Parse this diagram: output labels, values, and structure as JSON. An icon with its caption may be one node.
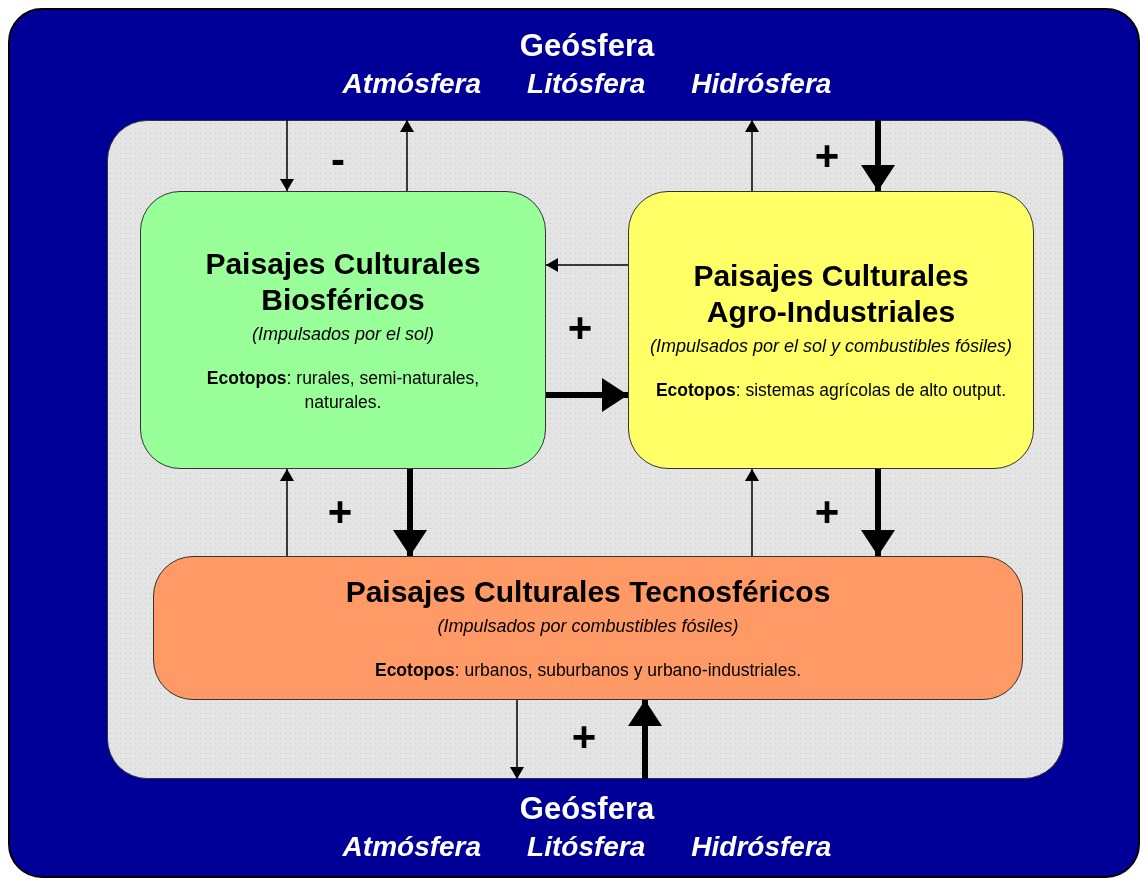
{
  "diagram": {
    "nodes": [
      {
        "text": [],
        "shape": "box"
      },
      {
        "text": [
          "Geósfera",
          "Atmósfera",
          "Litósfera",
          "Hidrósfera"
        ],
        "in": 0
      },
      {
        "text": [],
        "shape": "box",
        "in": 0
      },
      {
        "text": [
          "Paisajes Culturales Biosféricos",
          "(Impulsados por el sol)",
          "**Ecotopos**: rurales, semi-naturales, naturales."
        ],
        "in": 2
      },
      {
        "text": [
          "Paisajes Culturales Agro-Industriales",
          "(Impulsados por el sol y combustibles fósiles)",
          "**Ecotopos**: sistemas agrícolas de alto output."
        ],
        "in": 2
      },
      {
        "text": [
          "Paisajes Culturales Tecnosféricos",
          "(Impulsados por combustibles fósiles)",
          "**Ecotopos**: urbanos, suburbanos y urbano-industriales."
        ],
        "in": 2
      },
      {
        "text": [
          "Geósfera",
          "Atmósfera",
          "Litósfera",
          "Hidrósfera"
        ],
        "in": 0
      }
    ],
    "edges": [
      {
        "from": 1,
        "to": 3,
        "arrow": "to"
      },
      {
        "from": 3,
        "to": 1,
        "arrow": "to"
      },
      {
        "from": 4,
        "to": 1,
        "arrow": "to"
      },
      {
        "from": 1,
        "to": 4,
        "arrow": "to",
        "style": "thick"
      },
      {
        "from": 4,
        "to": 3,
        "arrow": "to"
      },
      {
        "from": 3,
        "to": 4,
        "arrow": "to",
        "style": "thick"
      },
      {
        "from": 5,
        "to": 3,
        "arrow": "to"
      },
      {
        "from": 3,
        "to": 5,
        "arrow": "to",
        "style": "thick"
      },
      {
        "from": 5,
        "to": 4,
        "arrow": "to"
      },
      {
        "from": 4,
        "to": 5,
        "arrow": "to",
        "style": "thick"
      },
      {
        "from": 5,
        "to": 6,
        "arrow": "to"
      },
      {
        "from": 6,
        "to": 5,
        "arrow": "to",
        "style": "thick"
      }
    ],
    "labels": [
      "-",
      "+",
      "+",
      "+",
      "+",
      "+"
    ]
  }
}
